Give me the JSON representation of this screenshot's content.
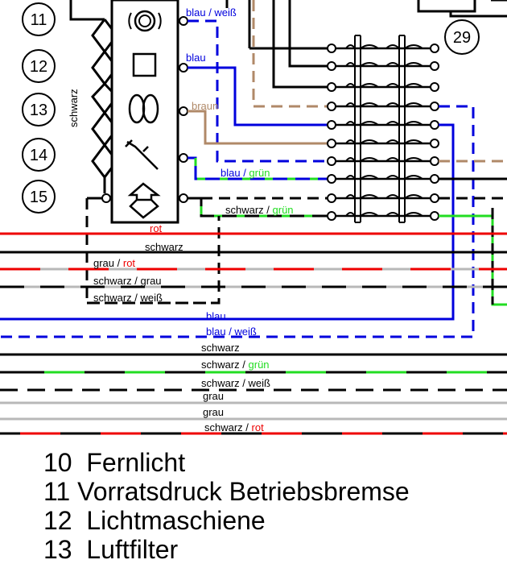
{
  "colors": {
    "black": "#000000",
    "blue": "#0000dd",
    "brown": "#b08968",
    "red": "#ee0000",
    "green": "#22dd22",
    "grey": "#b8b8b8"
  },
  "indicators": [
    {
      "number": "11",
      "icon": "brake-pressure-icon"
    },
    {
      "number": "12",
      "icon": "generator-icon"
    },
    {
      "number": "13",
      "icon": "air-filter-icon"
    },
    {
      "number": "14",
      "icon": "wrench-icon"
    },
    {
      "number": "15",
      "icon": "arrow-up-down-icon"
    }
  ],
  "connector_number": "29",
  "side_label": "schwarz",
  "wire_labels": {
    "blau_weiss": {
      "t1": "blau / weiß"
    },
    "blau": {
      "t1": "blau"
    },
    "braun": {
      "t1": "braun"
    },
    "blau_gruen": {
      "t1": "blau / ",
      "t2": "grün"
    },
    "schwarz_gruen": {
      "t1": "schwarz / ",
      "t2": "grün"
    },
    "rot": {
      "t1": "rot"
    },
    "schwarz": {
      "t1": "schwarz"
    },
    "grau_rot": {
      "t1": "grau / ",
      "t2": "rot"
    },
    "schwarz_grau": {
      "t1": "schwarz / grau"
    },
    "schwarz_weiss": {
      "t1": "schwarz / weiß"
    }
  },
  "bus_labels": [
    {
      "t1": "blau"
    },
    {
      "t1": "blau / weiß"
    },
    {
      "t1": "schwarz"
    },
    {
      "t1": "schwarz / ",
      "t2": "grün"
    },
    {
      "t1": "schwarz / weiß"
    },
    {
      "t1": "grau"
    },
    {
      "t1": "grau"
    },
    {
      "t1": "schwarz / ",
      "t2": "rot"
    }
  ],
  "legend": [
    {
      "number": "10",
      "text": "Fernlicht"
    },
    {
      "number": "11",
      "text": "Vorratsdruck Betriebsbremse"
    },
    {
      "number": "12",
      "text": "Lichtmaschiene"
    },
    {
      "number": "13",
      "text": "Luftfilter"
    }
  ]
}
